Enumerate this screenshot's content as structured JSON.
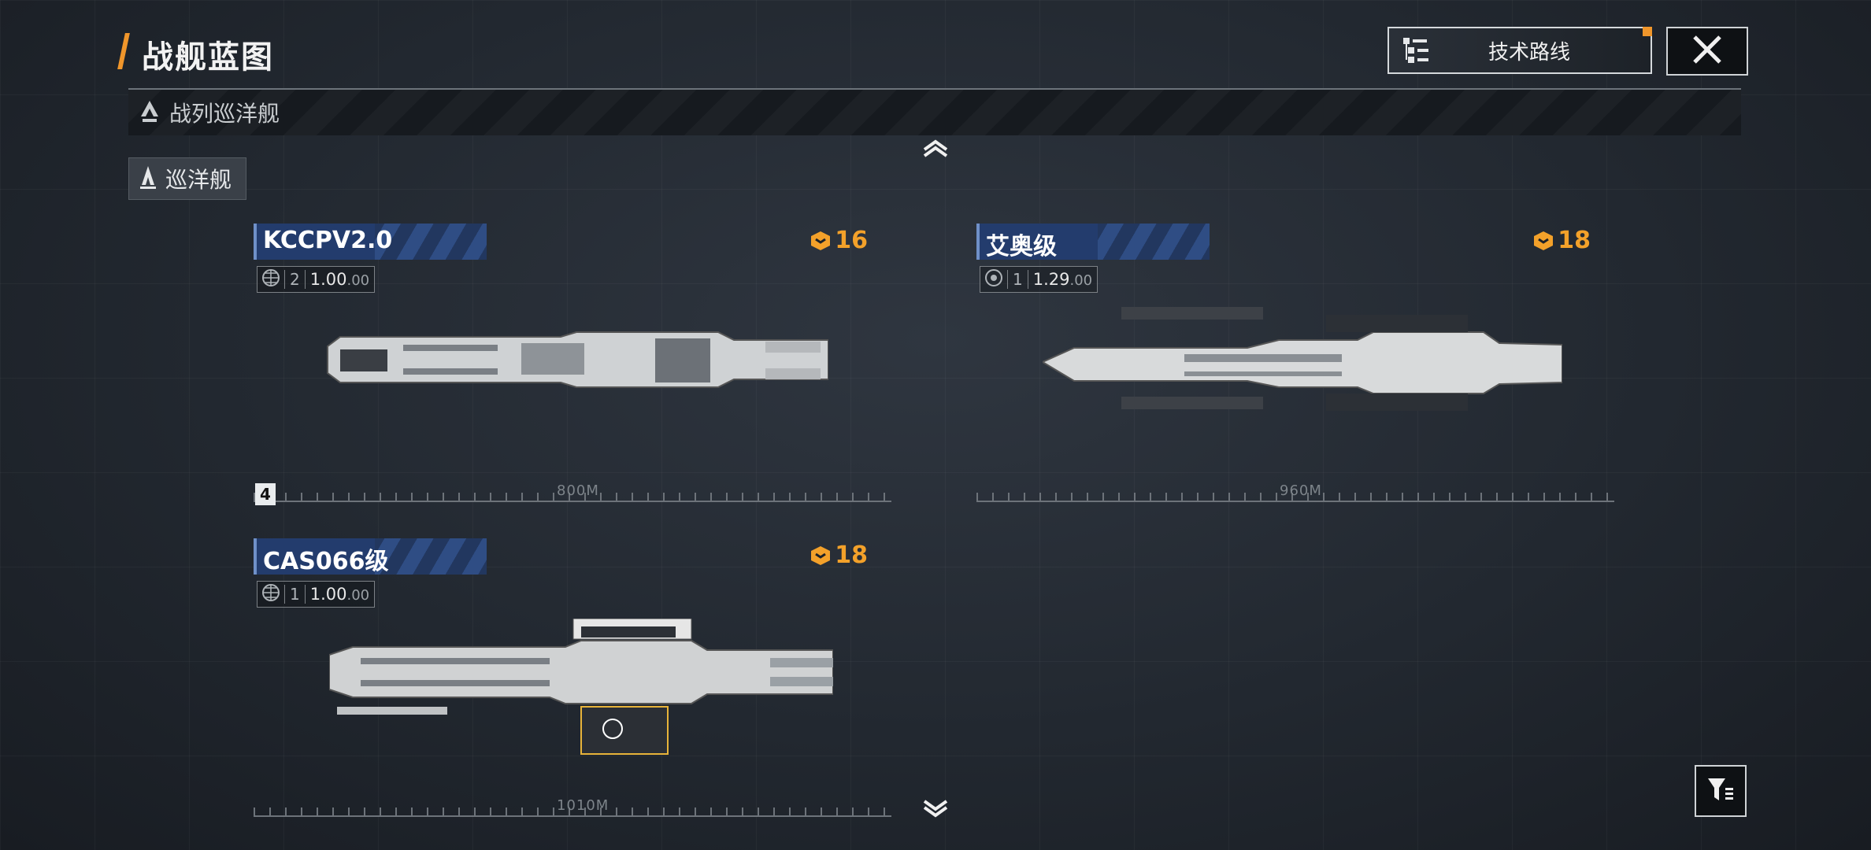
{
  "page": {
    "title": "战舰蓝图"
  },
  "header": {
    "tech_route_label": "技术路线",
    "tech_route_icon": "tree-list-icon",
    "close_icon": "close-icon"
  },
  "category": {
    "label": "战列巡洋舰",
    "icon": "battlecruiser-icon"
  },
  "sub_tab": {
    "label": "巡洋舰",
    "icon": "cruiser-icon"
  },
  "ships": [
    {
      "name": "KCCPV2.0",
      "cost": "16",
      "tier": "2",
      "value": "1.00",
      "value_suffix": ".00",
      "distance": "800M",
      "count": "4",
      "icon": "globe-icon"
    },
    {
      "name": "艾奥级",
      "cost": "18",
      "tier": "1",
      "value": "1.29",
      "value_suffix": ".00",
      "distance": "960M",
      "icon": "radar-icon"
    },
    {
      "name": "CAS066级",
      "cost": "18",
      "tier": "1",
      "value": "1.00",
      "value_suffix": ".00",
      "distance": "1010M",
      "icon": "globe-icon"
    }
  ],
  "colors": {
    "accent": "#f0962b",
    "cost": "#f3a12a",
    "header_blue": "#2f4d84"
  }
}
